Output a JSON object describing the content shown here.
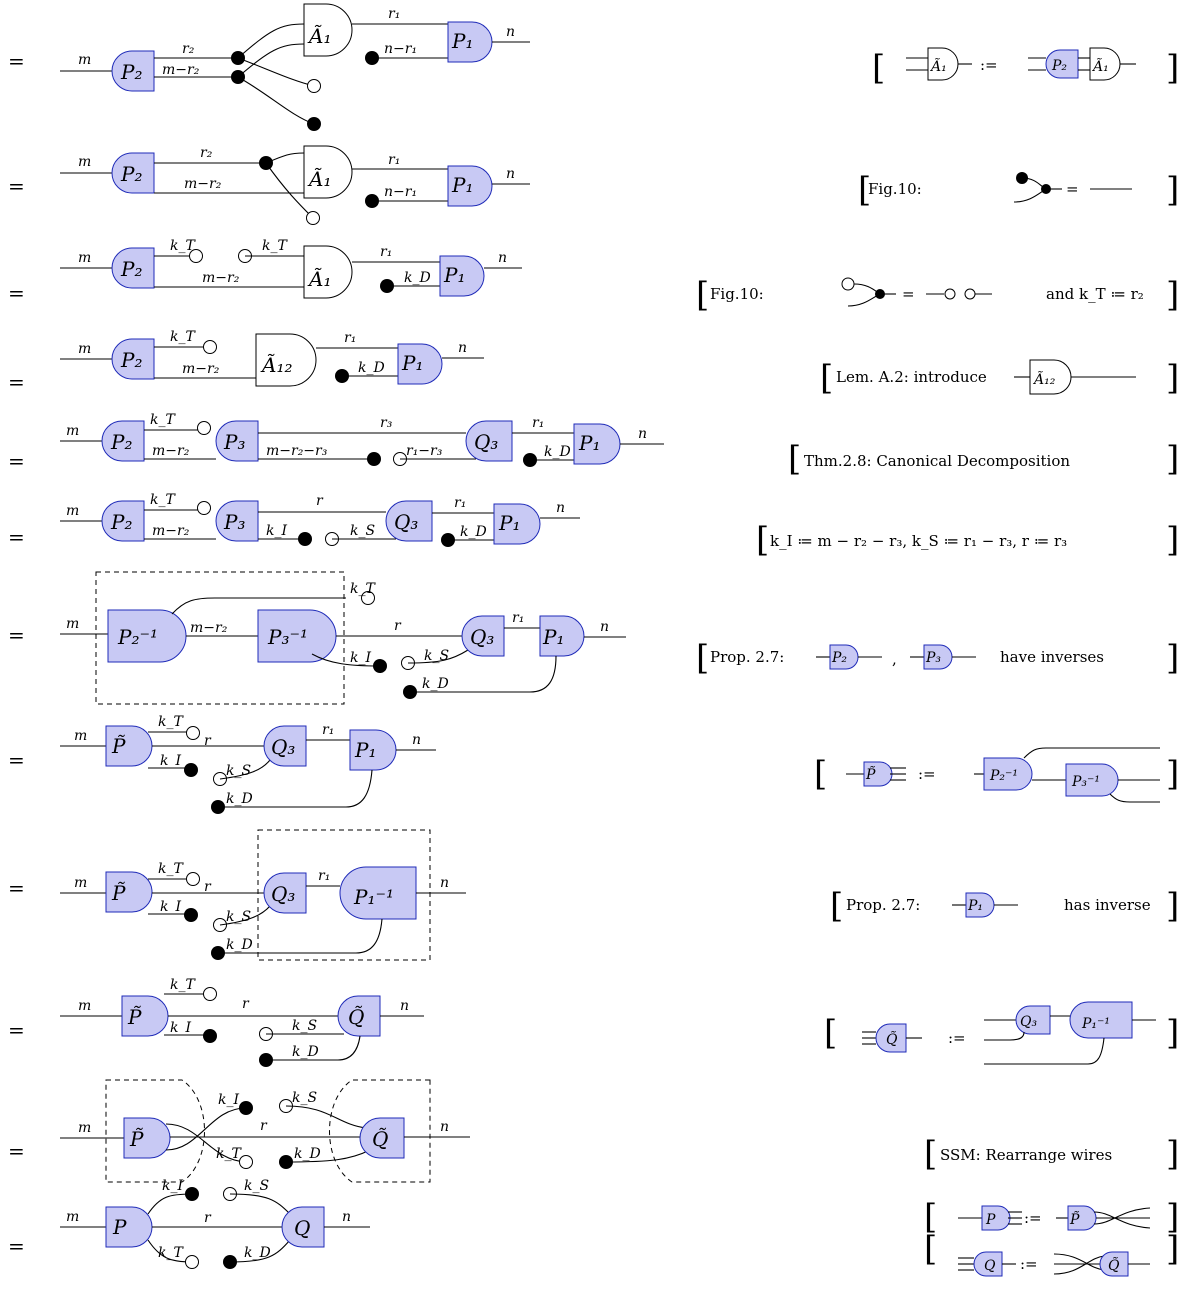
{
  "equals": "=",
  "labels": {
    "m": "m",
    "n": "n",
    "r": "r",
    "r1": "r₁",
    "r2": "r₂",
    "r3": "r₃",
    "m_r2": "m−r₂",
    "n_r1": "n−r₁",
    "m_r2_r3": "m−r₂−r₃",
    "r1_r3": "r₁−r₃",
    "kT": "k_T",
    "kD": "k_D",
    "kI": "k_I",
    "kS": "k_S"
  },
  "boxes": {
    "P": "P",
    "Q": "Q",
    "P1": "P₁",
    "P2": "P₂",
    "P3": "P₃",
    "Q3": "Q₃",
    "A1": "Ã₁",
    "A12": "Ã₁₂",
    "Ptilde": "P̃",
    "Qtilde": "Q̃",
    "P1inv": "P₁⁻¹",
    "P2inv": "P₂⁻¹",
    "P3inv": "P₃⁻¹"
  },
  "justifications": {
    "j1": ":=",
    "j2": "Fig.10:",
    "j3a": "Fig.10:",
    "j3b": "and k_T ≔ r₂",
    "j4": "Lem. A.2: introduce",
    "j5": "Thm.2.8: Canonical Decomposition",
    "j6": "k_I ≔ m − r₂ − r₃, k_S ≔ r₁ − r₃, r ≔ r₃",
    "j7a": "Prop. 2.7:",
    "j7b": ",",
    "j7c": "have inverses",
    "j8": ":=",
    "j9a": "Prop. 2.7:",
    "j9b": "has inverse",
    "j10": ":=",
    "j11": "SSM: Rearrange wires",
    "j12": ":="
  }
}
